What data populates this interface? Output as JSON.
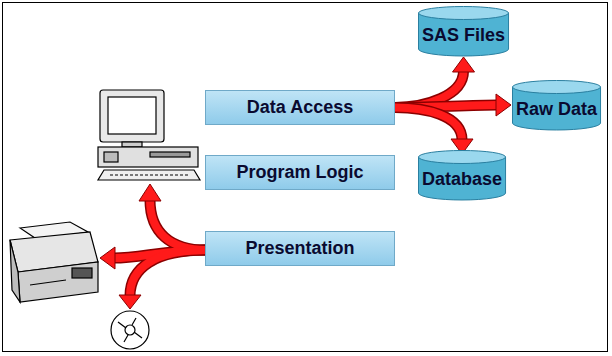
{
  "diagram": {
    "nodes": [
      {
        "text": [
          "SAS Files"
        ]
      },
      {
        "text": [
          "Data Access"
        ]
      },
      {
        "text": [
          "Raw Data"
        ]
      },
      {
        "text": [
          "Program Logic"
        ]
      },
      {
        "text": [
          "Database"
        ]
      },
      {
        "text": [
          "Presentation"
        ]
      }
    ],
    "edges": [
      {
        "from": 1,
        "to": 0,
        "arrow": "to"
      },
      {
        "from": 1,
        "to": 2,
        "arrow": "to"
      },
      {
        "from": 1,
        "to": 4,
        "arrow": "to"
      }
    ]
  }
}
